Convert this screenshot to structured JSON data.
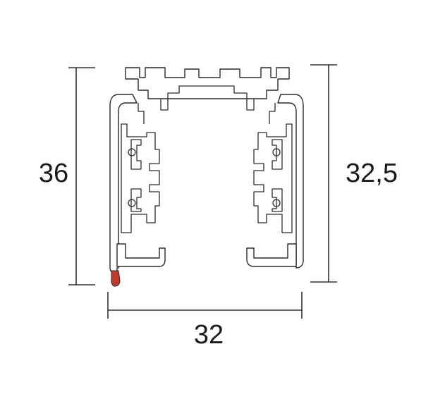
{
  "dimensions": {
    "height_left": "36",
    "height_right": "32,5",
    "width_bottom": "32"
  },
  "colors": {
    "outline": "#2b2b2b",
    "tip_accent": "#c0392b",
    "text": "#1a1a1a"
  }
}
